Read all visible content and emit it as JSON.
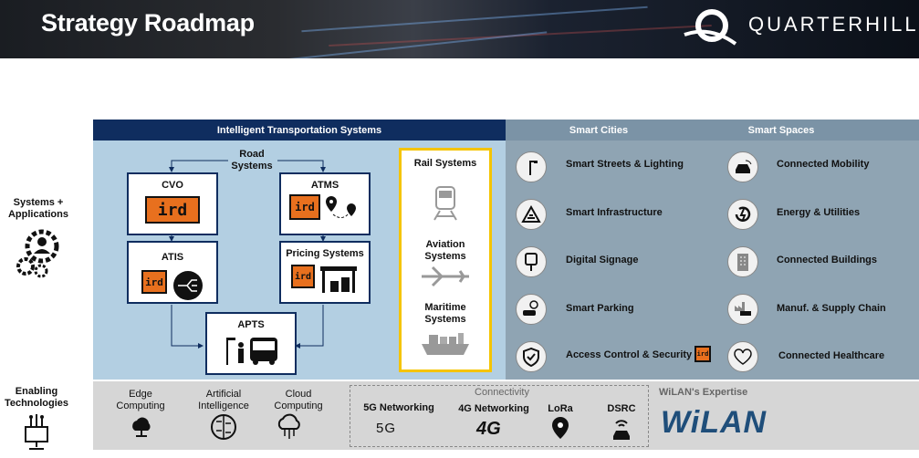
{
  "header": {
    "title": "Strategy Roadmap",
    "brand": "QUARTERHILL"
  },
  "side": {
    "systems": "Systems + Applications",
    "enabling": "Enabling Technologies"
  },
  "its": {
    "heading": "Intelligent Transportation Systems",
    "road_systems": "Road Systems",
    "cvo": "CVO",
    "atms": "ATMS",
    "atis": "ATIS",
    "pricing": "Pricing Systems",
    "apts": "APTS",
    "rail": "Rail Systems",
    "aviation": "Aviation Systems",
    "maritime": "Maritime Systems",
    "ird_logo": "ird"
  },
  "smart_cities": {
    "heading": "Smart Cities",
    "items": [
      "Smart Streets & Lighting",
      "Smart Infrastructure",
      "Digital Signage",
      "Smart Parking",
      "Access Control & Security"
    ]
  },
  "smart_spaces": {
    "heading": "Smart Spaces",
    "items": [
      "Connected Mobility",
      "Energy & Utilities",
      "Connected Buildings",
      "Manuf. & Supply Chain",
      "Connected Healthcare"
    ]
  },
  "enabling": {
    "edge": "Edge Computing",
    "ai": "Artificial Intelligence",
    "cloud": "Cloud Computing",
    "connectivity": "Connectivity",
    "g5": "5G Networking",
    "g4": "4G Networking",
    "lora": "LoRa",
    "dsrc": "DSRC",
    "g5_icon": "5G",
    "g4_icon": "4G",
    "wilan_heading": "WiLAN's Expertise",
    "wilan_logo": "WiLAN"
  }
}
